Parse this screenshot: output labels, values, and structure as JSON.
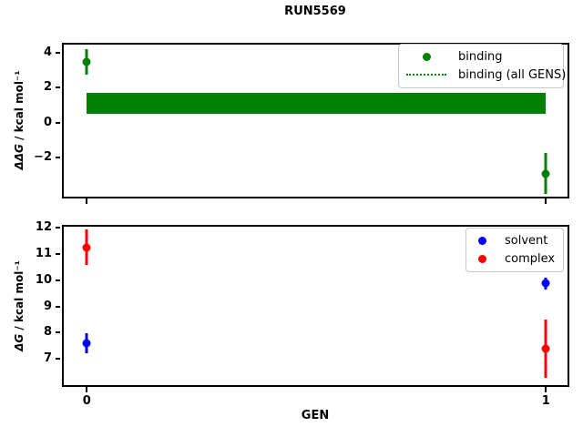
{
  "figure": {
    "title": "RUN5569"
  },
  "chart_data": [
    {
      "type": "scatter",
      "subplot": "top",
      "ylabel_math": "ΔΔG",
      "ylabel_rest": " / kcal mol⁻¹",
      "ylim": [
        -4.38,
        4.59
      ],
      "yticks": [
        -2,
        0,
        2,
        4
      ],
      "xlim": [
        -0.054,
        1.051
      ],
      "xticks": [
        0,
        1
      ],
      "grid": false,
      "series": [
        {
          "name": "binding",
          "color": "#008000",
          "marker": "circle",
          "x": [
            0,
            1
          ],
          "y": [
            3.47,
            -2.95
          ],
          "yerr": [
            0.74,
            1.18
          ]
        }
      ],
      "band": {
        "name": "binding (all GENS)",
        "color": "#008000",
        "x0": 0,
        "x1": 1,
        "center": 1.12,
        "half_width": 0.61
      },
      "legend": {
        "position": "upper right",
        "entries": [
          {
            "label": "binding",
            "glyph": "dot",
            "color": "#008000"
          },
          {
            "label": "binding (all GENS)",
            "glyph": "dotted-line",
            "color": "#008000"
          }
        ]
      }
    },
    {
      "type": "scatter",
      "subplot": "bottom",
      "ylabel_math": "ΔG",
      "ylabel_rest": " / kcal mol⁻¹",
      "xlabel": "GEN",
      "ylim": [
        5.94,
        12.1
      ],
      "yticks": [
        7,
        8,
        9,
        10,
        11,
        12
      ],
      "xlim": [
        -0.054,
        1.051
      ],
      "xticks": [
        0,
        1
      ],
      "grid": false,
      "series": [
        {
          "name": "solvent",
          "color": "#0000ff",
          "marker": "circle",
          "x": [
            0,
            1
          ],
          "y": [
            7.61,
            9.88
          ],
          "yerr": [
            0.38,
            0.23
          ]
        },
        {
          "name": "complex",
          "color": "#ff0000",
          "marker": "circle",
          "x": [
            0,
            1
          ],
          "y": [
            11.25,
            7.4
          ],
          "yerr": [
            0.66,
            1.1
          ]
        }
      ],
      "legend": {
        "position": "upper right",
        "entries": [
          {
            "label": "solvent",
            "glyph": "dot",
            "color": "#0000ff"
          },
          {
            "label": "complex",
            "glyph": "dot",
            "color": "#ff0000"
          }
        ]
      }
    }
  ]
}
